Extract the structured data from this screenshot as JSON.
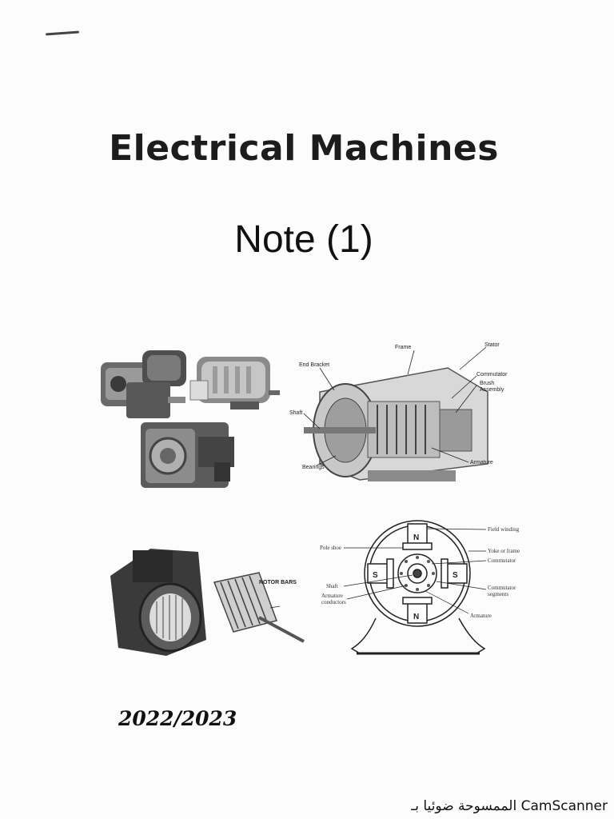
{
  "document": {
    "title": "Electrical Machines",
    "subtitle": "Note (1)",
    "year": "2022/2023"
  },
  "figures": {
    "dc_machine_labels": {
      "frame": "Frame",
      "stator": "Stator",
      "end_bracket": "End Bracket",
      "commutator": "Commutator",
      "brush": "Brush",
      "assembly": "Assembly",
      "shaft": "Shaft",
      "bearings": "Bearings",
      "armature": "Armature"
    },
    "rotor_labels": {
      "rotor_bars": "ROTOR BARS"
    },
    "cross_section_labels": {
      "pole_north_top": "N",
      "pole_north_bottom": "N",
      "pole_south_left": "S",
      "pole_south_right": "S",
      "field_winding": "Field winding",
      "pole_shoe": "Pole shoe",
      "yoke_or_frame": "Yoke or frame",
      "commutator": "Commutator",
      "shaft": "Shaft",
      "armature_conductors_1": "Armature",
      "armature_conductors_2": "conductors",
      "commutator_segments_1": "Commutator",
      "commutator_segments_2": "segments",
      "armature": "Armature"
    }
  },
  "watermark": "الممسوحة ضوئيا بـ CamScanner"
}
